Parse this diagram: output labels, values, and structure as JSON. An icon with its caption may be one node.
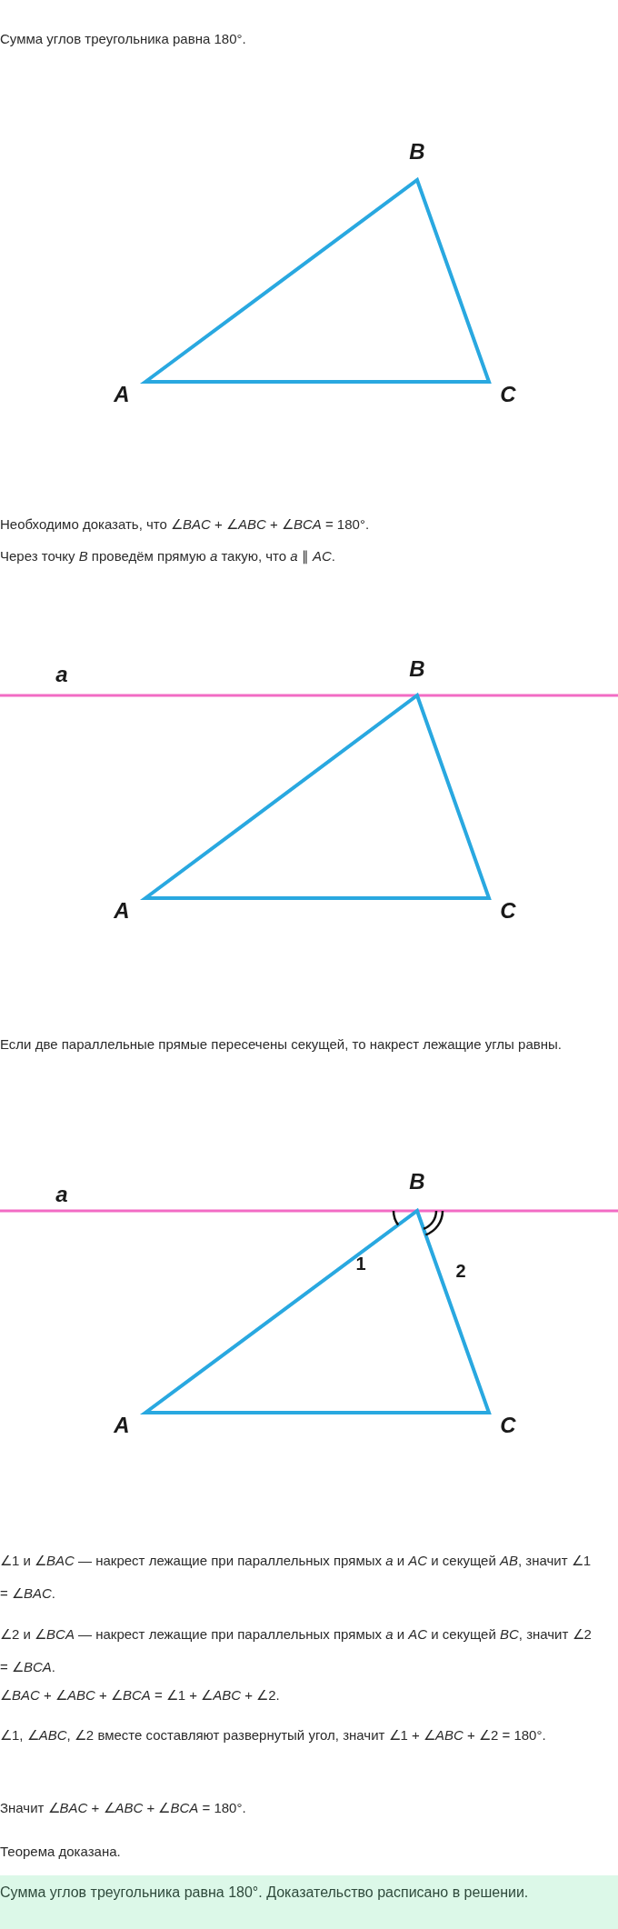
{
  "diagram": {
    "labels": [
      "Сумма углов треугольника равна 180°.",
      "B",
      "A",
      "C",
      "Необходимо доказать, что ∠*BAC* + ∠*ABC* + ∠*BCA* = 180°.",
      "Через точку *B* проведём прямую *a* такую, что *a* ∥ *AC*.",
      "a",
      "B",
      "A",
      "C",
      "Если две параллельные прямые пересечены секущей, то накрест лежащие углы равны.",
      "a",
      "B",
      "1",
      "2",
      "A",
      "C",
      "∠1 и ∠*BAC* — накрест лежащие при параллельных прямых *a* и *AC* и секущей *AB*, значит ∠1 = ∠*BAC*.",
      "∠2 и ∠*BCA* — накрест лежащие при параллельных прямых *a* и *AC* и секущей *BC*, значит ∠2 = ∠*BCA*.",
      "∠*BAC* + ∠*ABC* + ∠*BCA* = ∠1 + ∠*ABC* + ∠2.",
      "∠1, ∠*ABC*, ∠2 вместе составляют развернутый угол, значит ∠1 + ∠*ABC* + ∠2 = 180°.",
      "Значит ∠*BAC* + ∠*ABC* + ∠*BCA* = 180°.",
      "Теорема доказана.",
      "Сумма углов треугольника равна 180°. Доказательство расписано в решении."
    ]
  }
}
